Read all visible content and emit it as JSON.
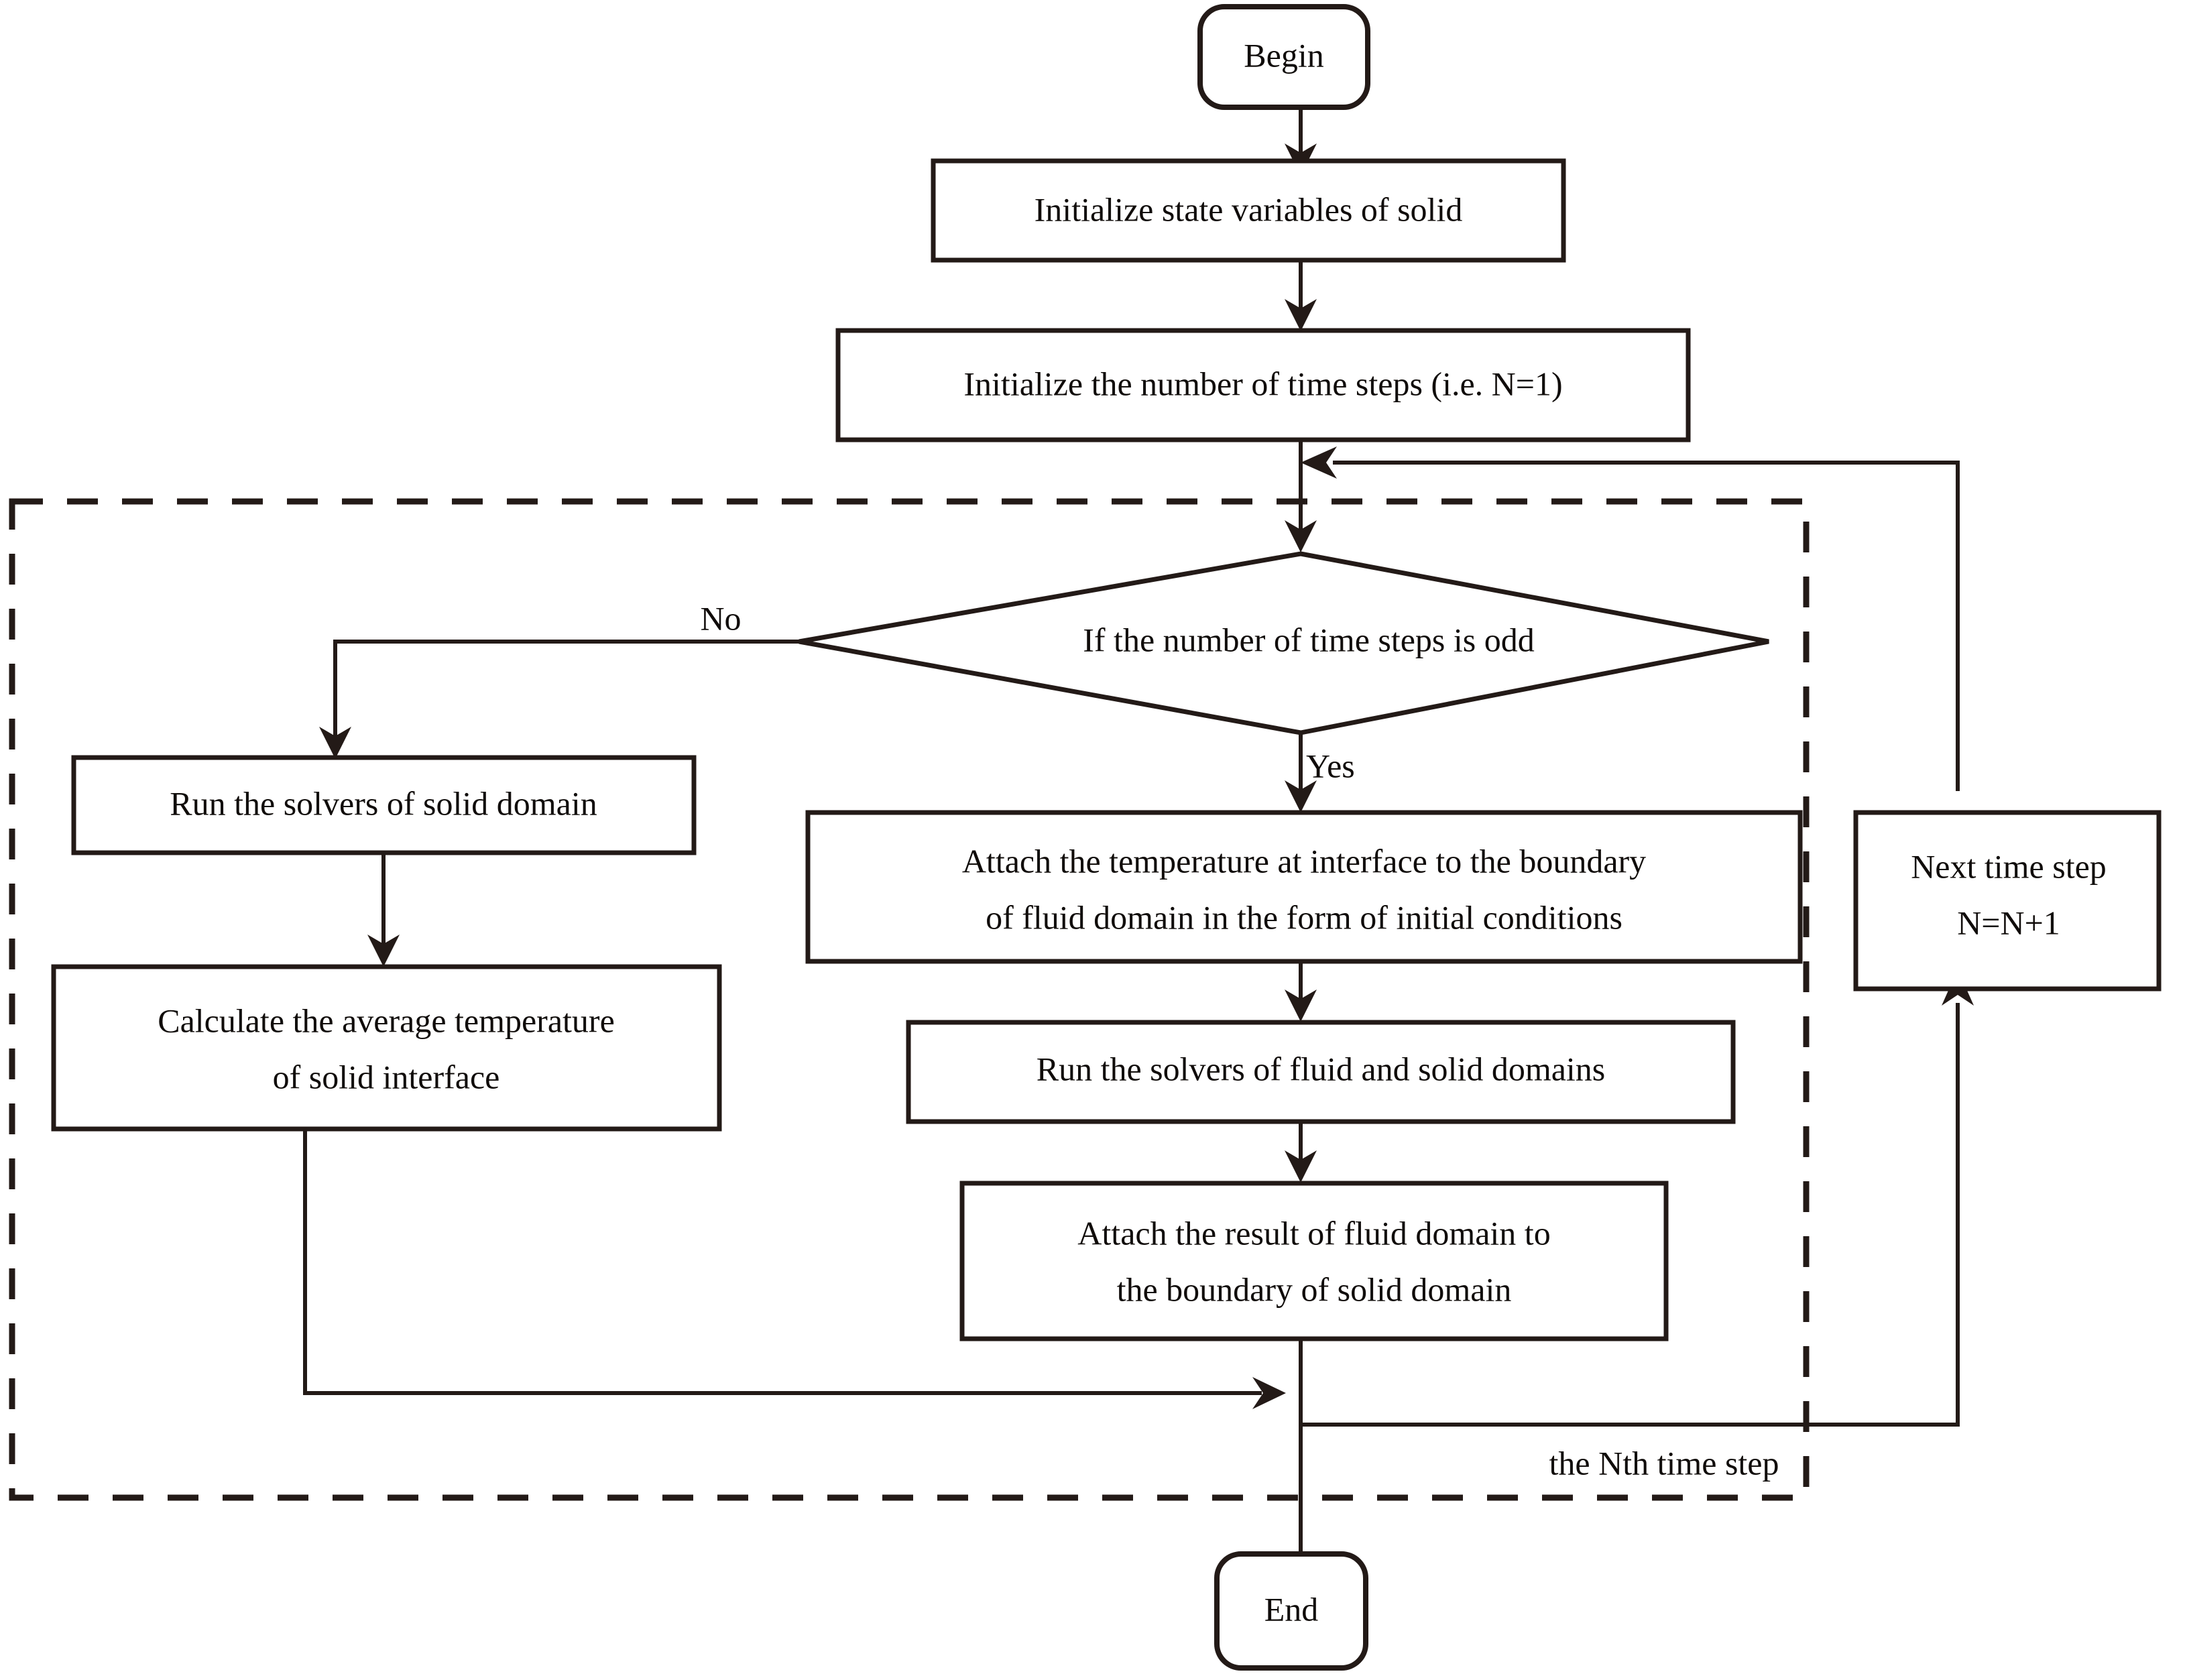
{
  "diagram": {
    "type": "flowchart",
    "title": "",
    "orientation": "top-to-bottom",
    "nodes": {
      "begin": {
        "label": "Begin",
        "shape": "rounded-rectangle"
      },
      "init_state": {
        "label": "Initialize state variables of solid",
        "shape": "rectangle"
      },
      "init_steps": {
        "label": "Initialize the number of time steps (i.e. N=1)",
        "shape": "rectangle"
      },
      "decision": {
        "label": "If the number of time steps is odd",
        "shape": "diamond"
      },
      "run_solid": {
        "label": "Run the solvers of solid domain",
        "shape": "rectangle"
      },
      "calc_avg_line1": {
        "label": "Calculate the average temperature",
        "shape": "rectangle"
      },
      "calc_avg_line2": {
        "label": "of solid interface",
        "shape": "rectangle"
      },
      "attach_temp_line1": {
        "label": "Attach the temperature at interface to the boundary",
        "shape": "rectangle"
      },
      "attach_temp_line2": {
        "label": "of fluid domain in the form of initial conditions",
        "shape": "rectangle"
      },
      "run_fluid_solid": {
        "label": "Run the solvers of fluid and solid domains",
        "shape": "rectangle"
      },
      "attach_result_line1": {
        "label": "Attach the result of fluid domain to",
        "shape": "rectangle"
      },
      "attach_result_line2": {
        "label": "the boundary of solid domain",
        "shape": "rectangle"
      },
      "next_step_line1": {
        "label": "Next time step",
        "shape": "rectangle"
      },
      "next_step_line2": {
        "label": "N=N+1",
        "shape": "rectangle"
      },
      "end": {
        "label": "End",
        "shape": "rounded-rectangle"
      }
    },
    "edge_labels": {
      "no_branch": "No",
      "yes_branch": "Yes",
      "loop_back": "the Nth time step"
    },
    "group": {
      "style": "dashed-border",
      "label": ""
    },
    "colors": {
      "stroke": "#231a17",
      "fill": "#ffffff",
      "text": "#100c0a",
      "background": "#ffffff"
    }
  }
}
